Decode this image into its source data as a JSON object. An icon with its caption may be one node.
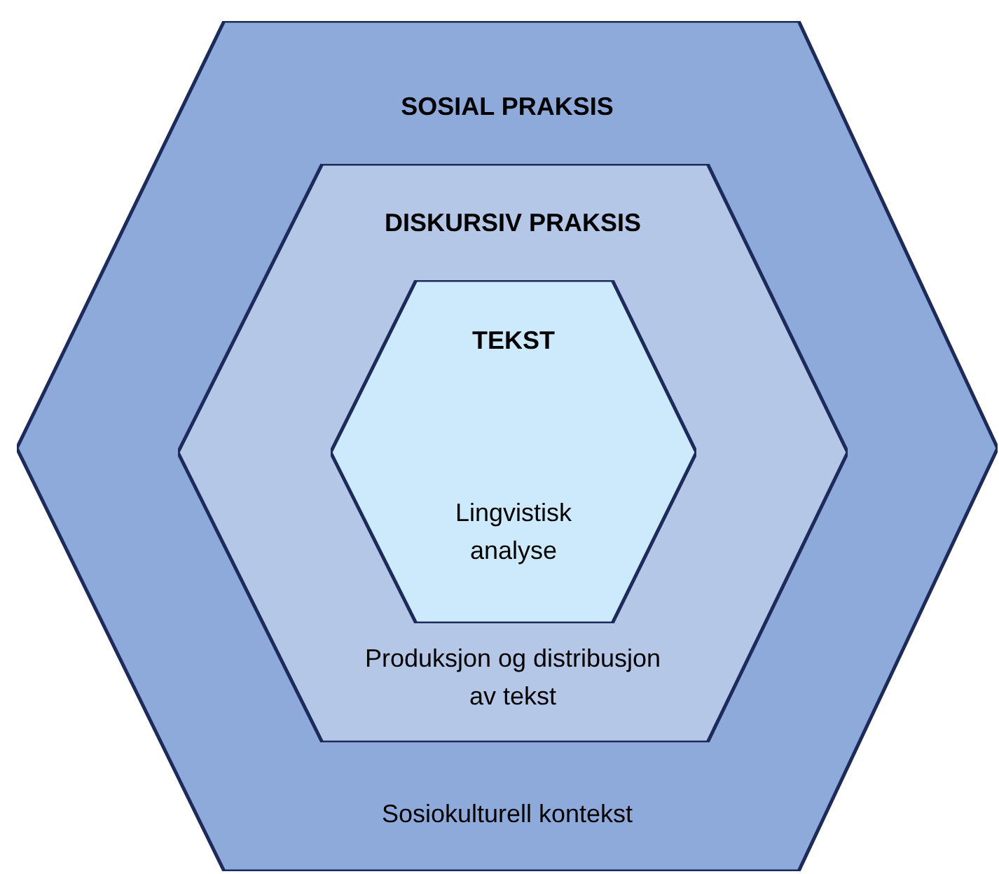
{
  "diagram": {
    "nodes": [
      {
        "text": [
          "SOSIAL PRAKSIS",
          "Sosiokulturell kontekst"
        ]
      },
      {
        "text": [
          "DISKURSIV PRAKSIS",
          "Produksjon og distribusjon av tekst"
        ],
        "in": 0
      },
      {
        "text": [
          "TEKST",
          "Lingvistisk analyse"
        ],
        "in": 1
      }
    ]
  }
}
